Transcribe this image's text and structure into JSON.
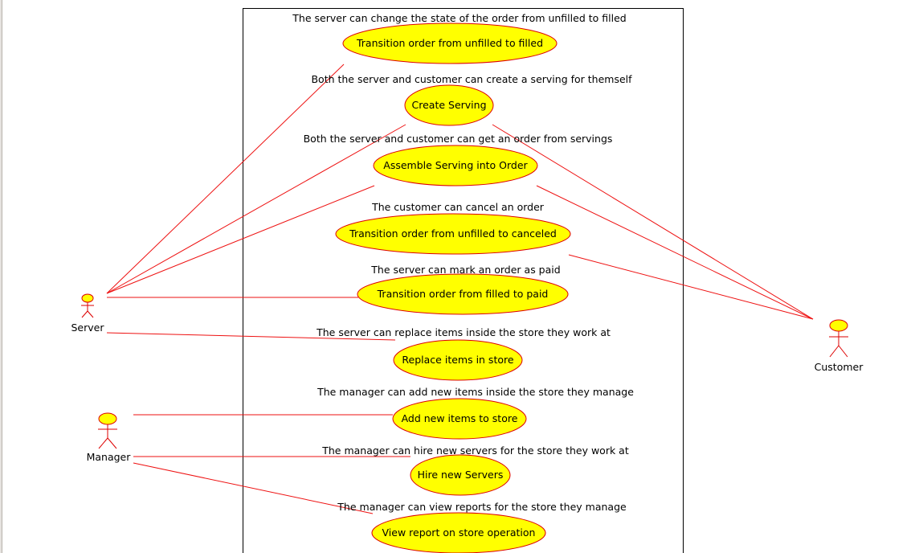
{
  "colors": {
    "usecase_fill": "#ffff00",
    "usecase_stroke": "#dd0000",
    "association": "#ee1111",
    "boundary": "#000000"
  },
  "actors": [
    {
      "id": "server",
      "label": "Server"
    },
    {
      "id": "manager",
      "label": "Manager"
    },
    {
      "id": "customer",
      "label": "Customer"
    }
  ],
  "use_cases": [
    {
      "id": "uc1",
      "label": "Transition order from unfilled to filled",
      "note": "The server can change the state of the order from unfilled to filled"
    },
    {
      "id": "uc2",
      "label": "Create Serving",
      "note": "Both the server and customer can create a serving for themself"
    },
    {
      "id": "uc3",
      "label": "Assemble Serving into Order",
      "note": "Both the server and customer can get an order from servings"
    },
    {
      "id": "uc4",
      "label": "Transition order from unfilled to canceled",
      "note": "The customer can cancel an order"
    },
    {
      "id": "uc5",
      "label": "Transition order from filled to paid",
      "note": "The server can mark an order as paid"
    },
    {
      "id": "uc6",
      "label": "Replace items in store",
      "note": "The server can replace items inside the store they work at"
    },
    {
      "id": "uc7",
      "label": "Add new items to store",
      "note": "The manager can add new items inside the store they manage"
    },
    {
      "id": "uc8",
      "label": "Hire new Servers",
      "note": "The manager can hire new servers for the store they work at"
    },
    {
      "id": "uc9",
      "label": "View report on store operation",
      "note": "The manager can view reports for the store they manage"
    }
  ],
  "associations": [
    {
      "actor": "server",
      "use_case": "uc1"
    },
    {
      "actor": "server",
      "use_case": "uc2"
    },
    {
      "actor": "server",
      "use_case": "uc3"
    },
    {
      "actor": "server",
      "use_case": "uc5"
    },
    {
      "actor": "server",
      "use_case": "uc6"
    },
    {
      "actor": "customer",
      "use_case": "uc2"
    },
    {
      "actor": "customer",
      "use_case": "uc3"
    },
    {
      "actor": "customer",
      "use_case": "uc4"
    },
    {
      "actor": "manager",
      "use_case": "uc7"
    },
    {
      "actor": "manager",
      "use_case": "uc8"
    },
    {
      "actor": "manager",
      "use_case": "uc9"
    }
  ]
}
